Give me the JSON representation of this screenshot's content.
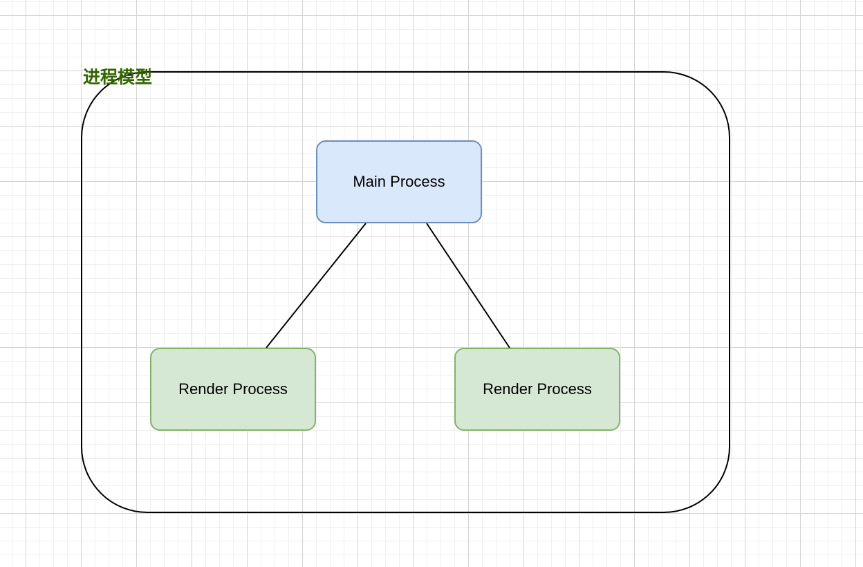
{
  "diagram": {
    "group": {
      "title": "进程模型",
      "title_color": "#336600",
      "border_color": "#000000"
    },
    "nodes": [
      {
        "id": "main",
        "label": "Main Process",
        "fill": "#dae8fc",
        "stroke": "#6c8ebf"
      },
      {
        "id": "render_left",
        "label": "Render Process",
        "fill": "#d5e8d4",
        "stroke": "#82b366"
      },
      {
        "id": "render_right",
        "label": "Render Process",
        "fill": "#d5e8d4",
        "stroke": "#82b366"
      }
    ],
    "edges": [
      {
        "from": "main",
        "to": "render_left",
        "style": "line",
        "arrow": "none"
      },
      {
        "from": "main",
        "to": "render_right",
        "style": "line",
        "arrow": "none"
      }
    ],
    "grid": true
  }
}
